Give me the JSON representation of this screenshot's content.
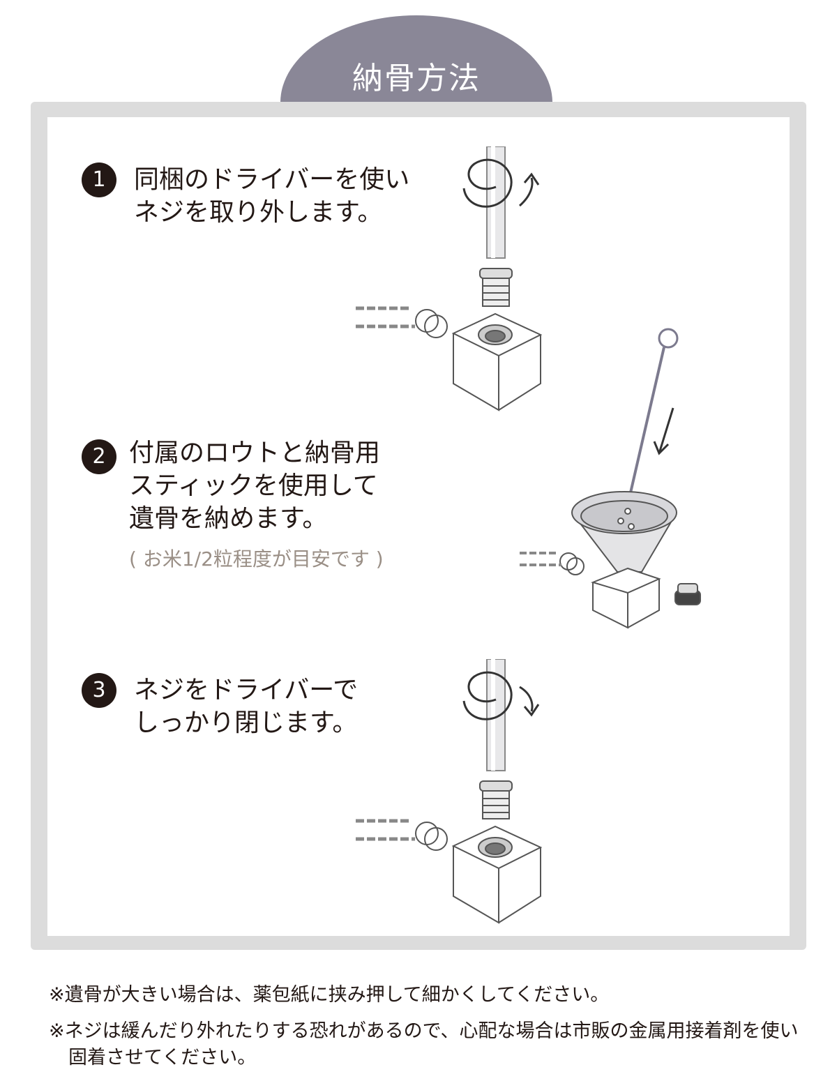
{
  "header": {
    "title": "納骨方法"
  },
  "steps": [
    {
      "number": "1",
      "lines": [
        "同梱のドライバーを使い",
        "ネジを取り外します。"
      ]
    },
    {
      "number": "2",
      "lines": [
        "付属のロウトと納骨用",
        "スティックを使用して",
        "遺骨を納めます。"
      ],
      "note": "( お米1/2粒程度が目安です )"
    },
    {
      "number": "3",
      "lines": [
        "ネジをドライバーで",
        "しっかり閉じます。"
      ]
    }
  ],
  "notes": [
    {
      "text": "※遺骨が大きい場合は、薬包紙に挟み押して細かくしてください。"
    },
    {
      "text": "※ネジは緩んだり外れたりする恐れがあるので、心配な場合は市販の金属用接着剤を使い",
      "cont": "固着させてください。"
    }
  ],
  "colors": {
    "header": "#8a8797",
    "frame": "#dcdcdc",
    "note_gray": "#9a8f86",
    "text": "#231815"
  }
}
